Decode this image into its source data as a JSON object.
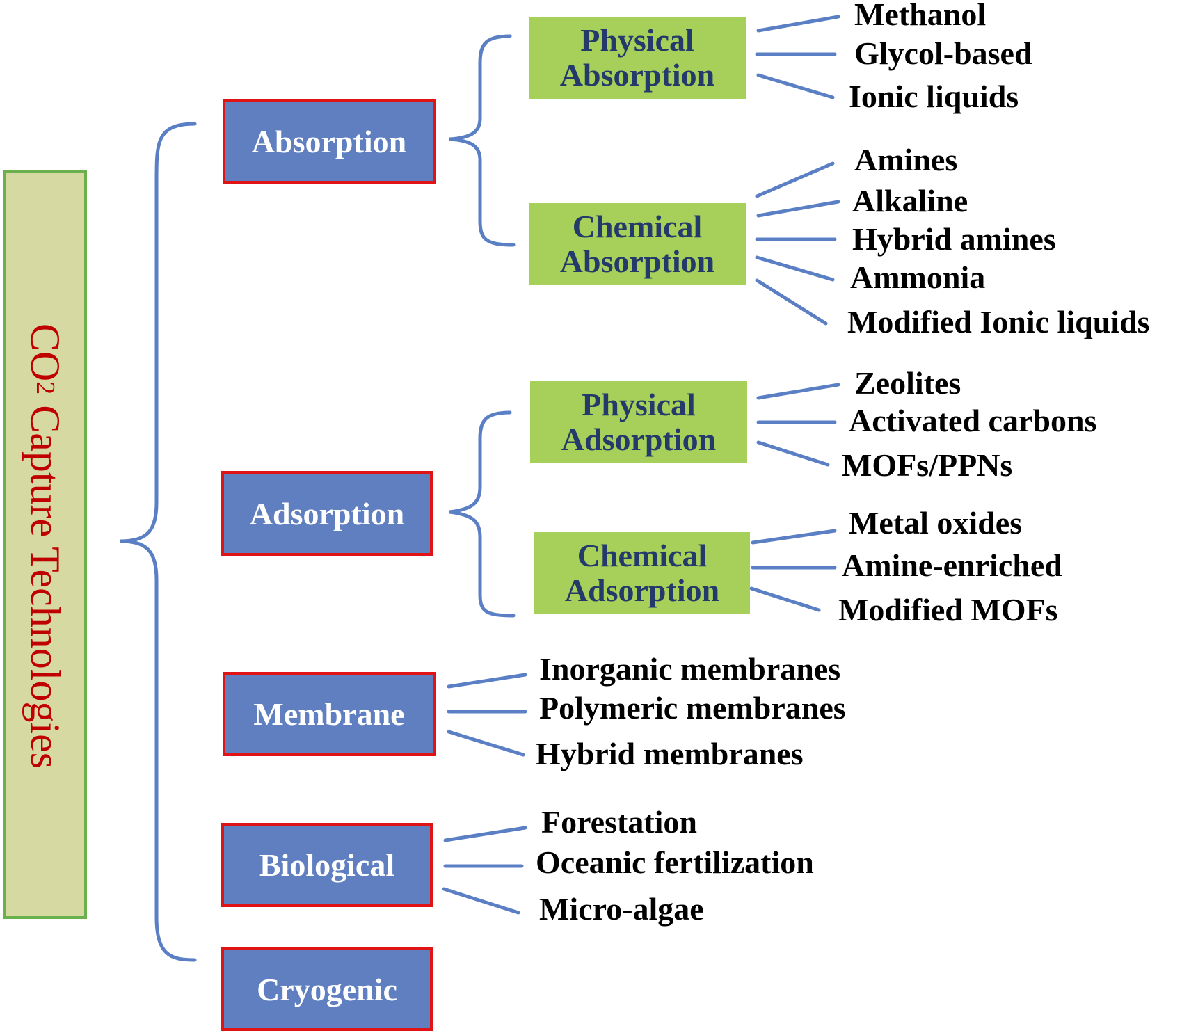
{
  "root": {
    "label_prefix": "CO",
    "label_subscript": "2",
    "label_suffix": " Capture Technologies"
  },
  "categories": {
    "absorption": "Absorption",
    "adsorption": "Adsorption",
    "membrane": "Membrane",
    "biological": "Biological",
    "cryogenic": "Cryogenic"
  },
  "subcategories": {
    "physical_absorption": [
      "Physical",
      "Absorption"
    ],
    "chemical_absorption": [
      "Chemical",
      "Absorption"
    ],
    "physical_adsorption": [
      "Physical",
      "Adsorption"
    ],
    "chemical_adsorption": [
      "Chemical",
      "Adsorption"
    ]
  },
  "leaves": {
    "physical_absorption": [
      "Methanol",
      "Glycol-based",
      "Ionic liquids"
    ],
    "chemical_absorption": [
      "Amines",
      "Alkaline",
      "Hybrid amines",
      "Ammonia",
      "Modified Ionic liquids"
    ],
    "physical_adsorption": [
      "Zeolites",
      "Activated carbons",
      "MOFs/PPNs"
    ],
    "chemical_adsorption": [
      "Metal oxides",
      "Amine-enriched",
      "Modified MOFs"
    ],
    "membrane": [
      "Inorganic membranes",
      "Polymeric membranes",
      "Hybrid membranes"
    ],
    "biological": [
      "Forestation",
      "Oceanic fertilization",
      "Micro-algae"
    ]
  },
  "colors": {
    "connector": "#5b7fc4",
    "category_fill": "#5f7fc0",
    "category_border": "#e01414",
    "subcategory_fill": "#a7d05a",
    "subcategory_text": "#243a6a",
    "root_fill": "#d7d9a3",
    "root_border": "#6ab04c",
    "root_text": "#c00000"
  }
}
